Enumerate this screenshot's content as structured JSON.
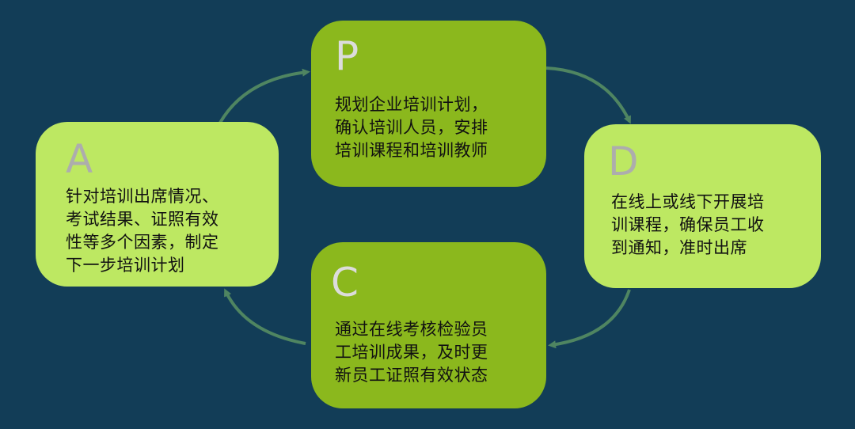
{
  "colors": {
    "background": "#123d57",
    "box_dark": "#8bb81d",
    "box_light": "#bde862",
    "arrow": "#4f8561",
    "letter_dark": "#dcdcdc",
    "letter_light": "#adadad",
    "text": "#111111"
  },
  "cycle": {
    "plan": {
      "letter": "P",
      "text": "规划企业培训计划，\n确认培训人员，安排\n培训课程和培训教师"
    },
    "do": {
      "letter": "D",
      "text": "在线上或线下开展培\n训课程，确保员工收\n到通知，准时出席"
    },
    "check": {
      "letter": "C",
      "text": "通过在线考核检验员\n工培训成果，及时更\n新员工证照有效状态"
    },
    "act": {
      "letter": "A",
      "text": "针对培训出席情况、\n考试结果、证照有效\n性等多个因素，制定\n下一步培训计划"
    }
  },
  "arrows": [
    {
      "from": "act",
      "to": "plan"
    },
    {
      "from": "plan",
      "to": "do"
    },
    {
      "from": "do",
      "to": "check"
    },
    {
      "from": "check",
      "to": "act"
    }
  ]
}
